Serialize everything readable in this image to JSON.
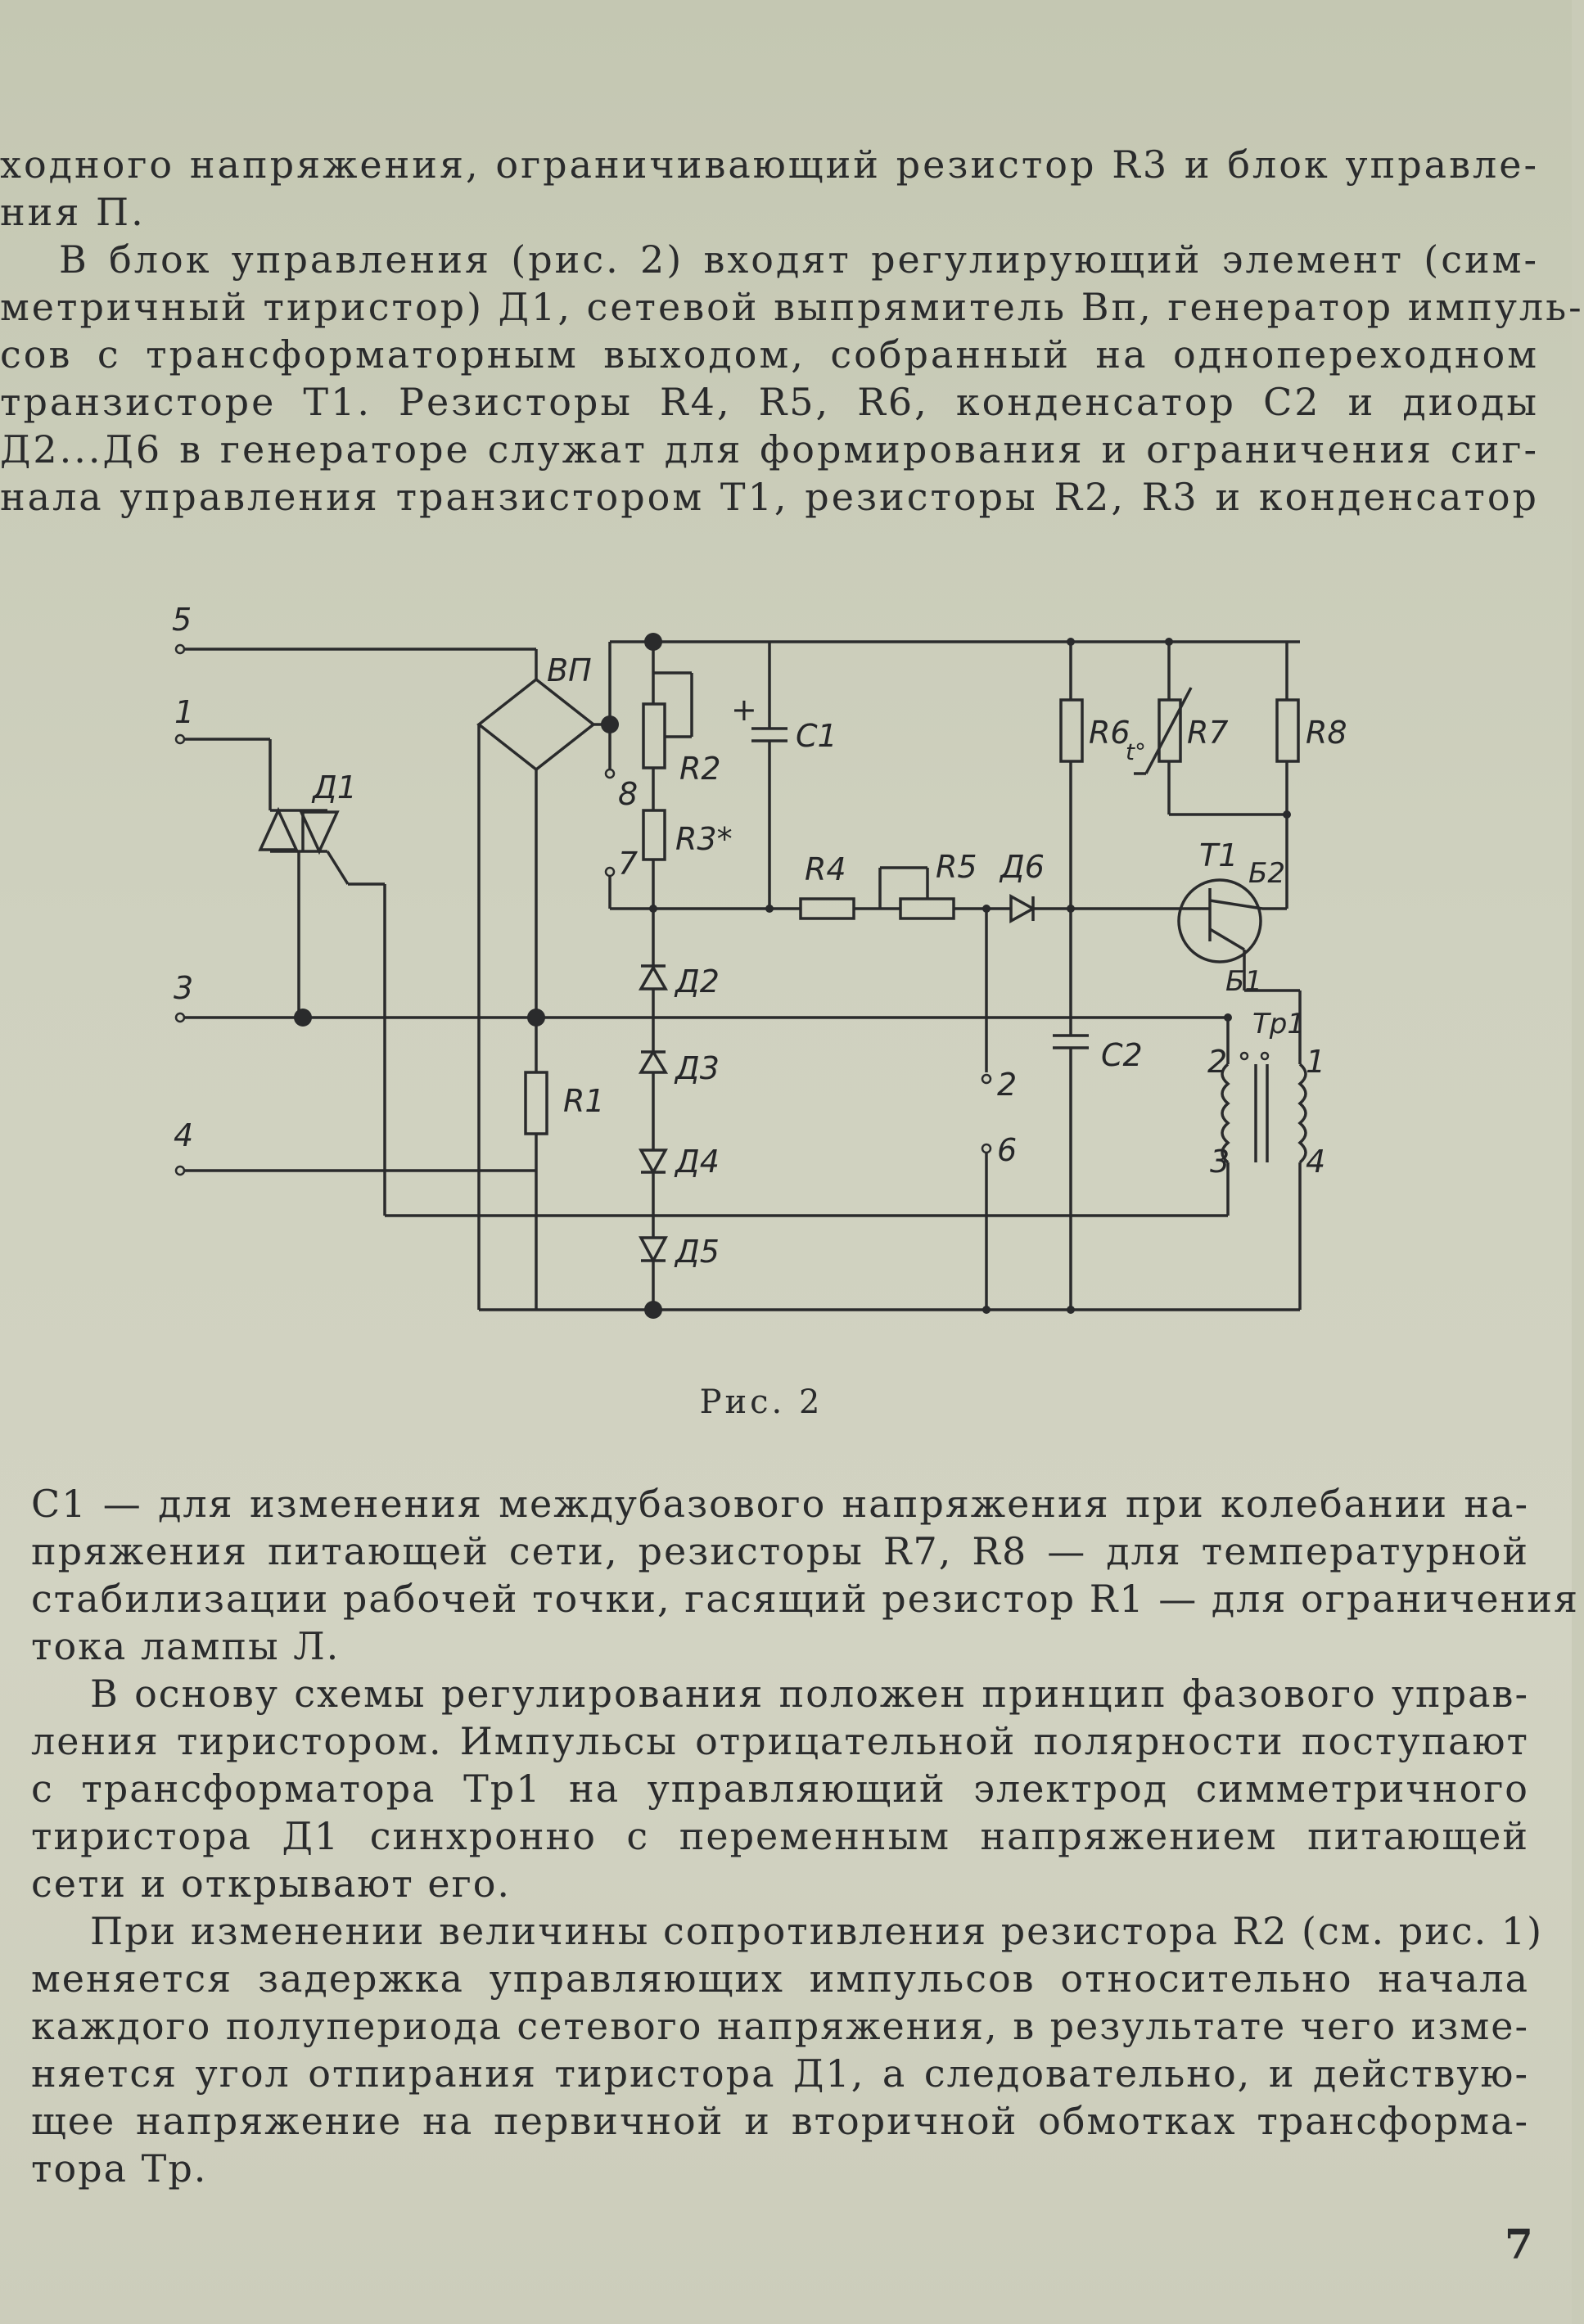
{
  "paragraphs_top": [
    "ходного напряжения, ограничивающий резистор R3 и блок управле-",
    "ния П.",
    "В блок управления (рис. 2) входят регулирующий элемент (сим-",
    "метричный тиристор) Д1, сетевой выпрямитель Вп, генератор импуль-",
    "сов с трансформаторным выходом, собранный на однопереходном",
    "транзисторе Т1. Резисторы R4, R5, R6, конденсатор С2 и диоды",
    "Д2...Д6 в генераторе служат для формирования и ограничения сиг-",
    "нала управления транзистором Т1, резисторы R2, R3 и конденсатор"
  ],
  "schematic": {
    "terminals": [
      "5",
      "1",
      "3",
      "4",
      "8",
      "7",
      "2",
      "6"
    ],
    "components": {
      "bridge": "ВП",
      "triac": "Д1",
      "r1": "R1",
      "r2": "R2",
      "r3": "R3*",
      "r4": "R4",
      "r5": "R5",
      "r6": "R6",
      "r6_t": "t°",
      "r7": "R7",
      "r8": "R8",
      "c1": "C1",
      "c1_plus": "+",
      "c2": "C2",
      "d2": "Д2",
      "d3": "Д3",
      "d4": "Д4",
      "d5": "Д5",
      "d6": "Д6",
      "t1": "Т1",
      "t1_b2": "Б2",
      "t1_b1": "Б1",
      "transformer": "Тр1",
      "tr_pin1": "1",
      "tr_pin2": "2",
      "tr_pin3": "3",
      "tr_pin4": "4"
    }
  },
  "caption": "Рис. 2",
  "paragraphs_bottom": [
    "С1 — для изменения междубазового напряжения при колебании на-",
    "пряжения питающей сети, резисторы R7, R8 — для температурной",
    "стабилизации рабочей точки, гасящий резистор R1 — для ограничения",
    "тока лампы Л.",
    "В основу схемы регулирования положен принцип фазового управ-",
    "ления тиристором. Импульсы отрицательной полярности поступают",
    "с трансформатора Тр1 на управляющий электрод симметричного",
    "тиристора Д1 синхронно с переменным напряжением питающей",
    "сети и открывают его.",
    "При изменении величины сопротивления резистора R2 (см. рис. 1)",
    "меняется задержка управляющих импульсов относительно начала",
    "каждого полупериода сетевого напряжения, в результате чего изме-",
    "няется угол отпирания тиристора Д1, а следовательно, и действую-",
    "щее напряжение на первичной и вторичной обмотках трансформа-",
    "тора Тр."
  ],
  "page_number": "7"
}
